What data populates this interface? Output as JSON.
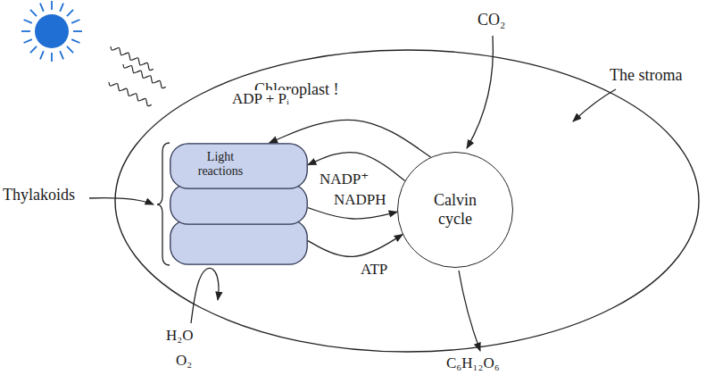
{
  "diagram": {
    "nodes": [
      {
        "text": [
          "Chloroplast !"
        ]
      },
      {
        "text": [
          "Light reactions"
        ],
        "in": 0
      },
      {
        "text": [
          "Calvin cycle"
        ],
        "in": 0
      }
    ],
    "edges": [
      {
        "from": 2,
        "to": 1,
        "label": "ADP + Pᵢ",
        "arrow": "to"
      },
      {
        "from": 2,
        "to": 1,
        "label": "NADP⁺",
        "arrow": "to"
      },
      {
        "from": 1,
        "to": 2,
        "label": "NADPH",
        "arrow": "to"
      },
      {
        "from": 1,
        "to": 2,
        "label": "ATP",
        "arrow": "to"
      }
    ],
    "labels": [
      "Thylakoids",
      "The stroma",
      "CO₂",
      "H₂O",
      "O₂",
      "C₆H₁₂O₆"
    ]
  }
}
